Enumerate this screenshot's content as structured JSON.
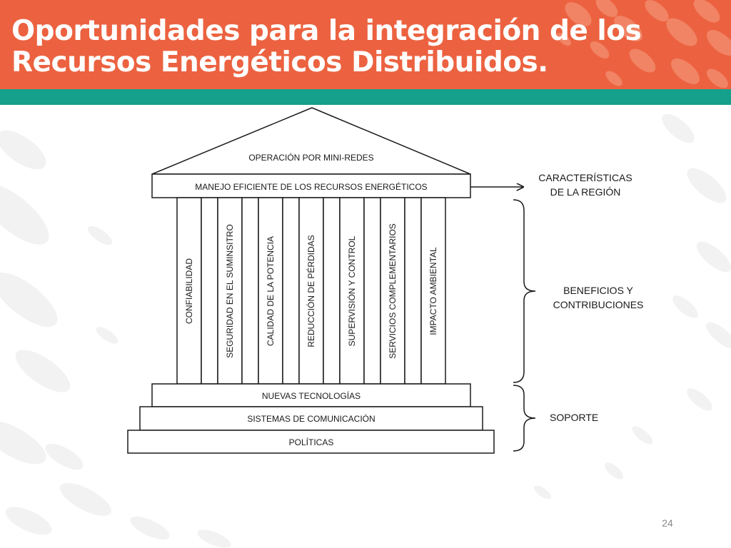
{
  "slide": {
    "title_line1": "Oportunidades para la integración de los",
    "title_line2": "Recursos Energéticos Distribuidos.",
    "page_number": "24"
  },
  "colors": {
    "header": "#ec6240",
    "band": "#15a08b",
    "diagram_lines": "#1a1a1a"
  },
  "diagram": {
    "roof_label": "OPERACIÓN POR MINI-REDES",
    "beam_label": "MANEJO EFICIENTE DE LOS RECURSOS ENERGÉTICOS",
    "pillars": [
      "CONFIABILIDAD",
      "SEGURIDAD EN EL SUMINSITRO",
      "CALIDAD DE LA POTENCIA",
      "REDUCCIÓN DE PÉRDIDAS",
      "SUPERVISIÓN Y CONTROL",
      "SERVICIOS COMPLEMENTARIOS",
      "IMPACTO AMBIENTAL"
    ],
    "steps": [
      "NUEVAS TECNOLOGÍAS",
      "SISTEMAS DE COMUNICACIÓN",
      "POLÍTICAS"
    ],
    "side_labels": {
      "region_line1": "CARACTERÍSTICAS",
      "region_line2": "DE LA REGIÓN",
      "benefits_line1": "BENEFICIOS Y",
      "benefits_line2": "CONTRIBUCIONES",
      "support": "SOPORTE"
    }
  }
}
